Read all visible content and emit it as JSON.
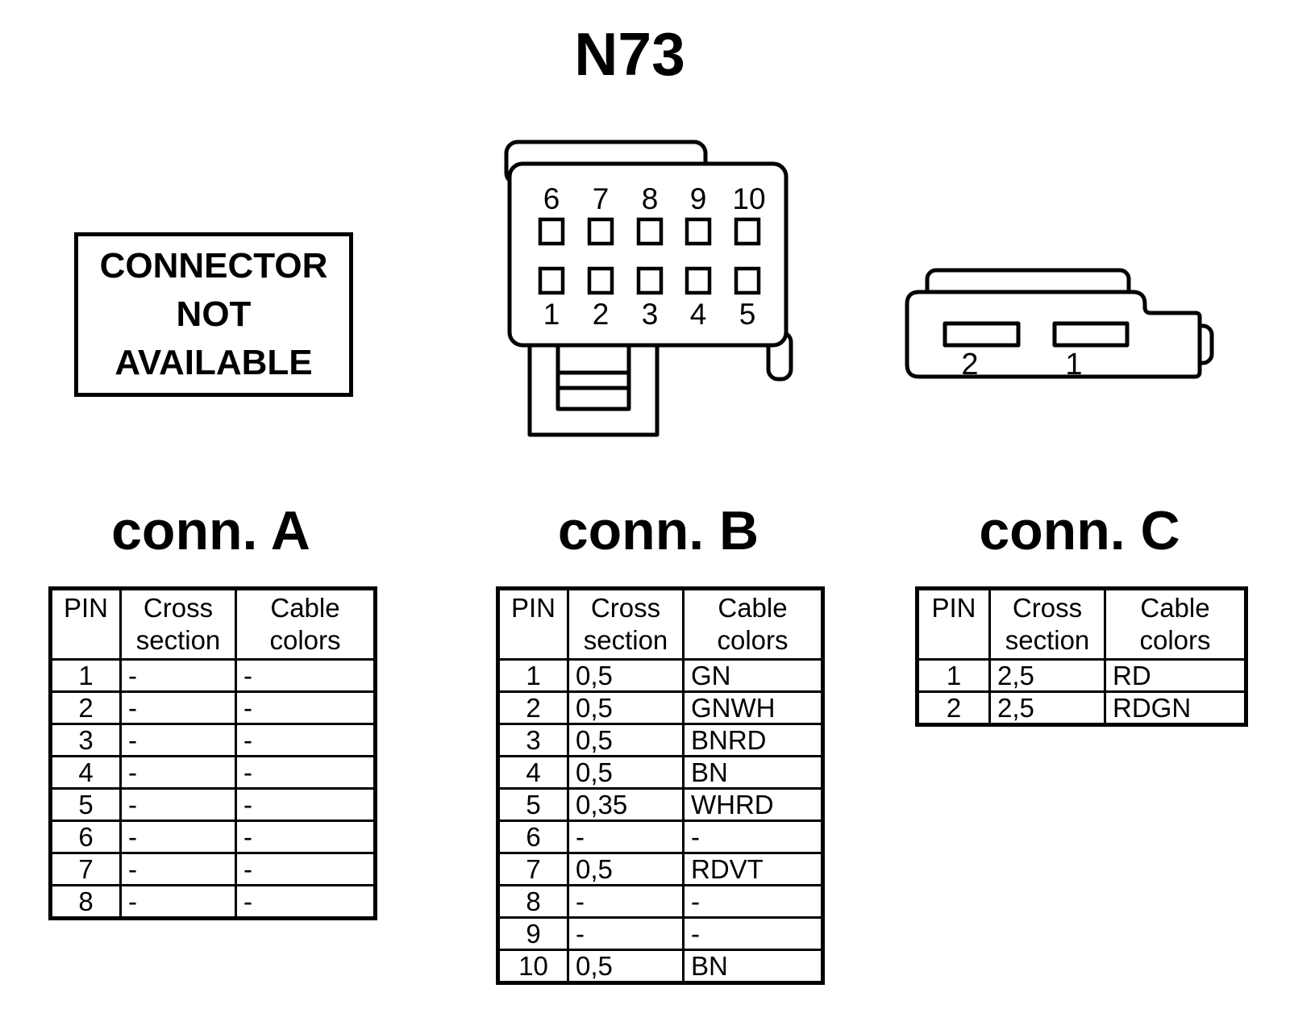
{
  "colors": {
    "ink": "#000000",
    "paper": "#ffffff"
  },
  "title": "N73",
  "unavailable_box": {
    "lines": [
      "CONNECTOR",
      "NOT",
      "AVAILABLE"
    ]
  },
  "connector_b_drawing": {
    "top_pins": [
      "6",
      "7",
      "8",
      "9",
      "10"
    ],
    "bottom_pins": [
      "1",
      "2",
      "3",
      "4",
      "5"
    ]
  },
  "connector_c_drawing": {
    "pins": [
      "2",
      "1"
    ]
  },
  "table_headers": {
    "pin": "PIN",
    "cross": "Cross section",
    "cable": "Cable colors"
  },
  "sections": {
    "a": {
      "heading": "conn. A",
      "rows": [
        {
          "pin": "1",
          "cross": "-",
          "cable": "-"
        },
        {
          "pin": "2",
          "cross": "-",
          "cable": "-"
        },
        {
          "pin": "3",
          "cross": "-",
          "cable": "-"
        },
        {
          "pin": "4",
          "cross": "-",
          "cable": "-"
        },
        {
          "pin": "5",
          "cross": "-",
          "cable": "-"
        },
        {
          "pin": "6",
          "cross": "-",
          "cable": "-"
        },
        {
          "pin": "7",
          "cross": "-",
          "cable": "-"
        },
        {
          "pin": "8",
          "cross": "-",
          "cable": "-"
        }
      ]
    },
    "b": {
      "heading": "conn. B",
      "rows": [
        {
          "pin": "1",
          "cross": "0,5",
          "cable": "GN"
        },
        {
          "pin": "2",
          "cross": "0,5",
          "cable": "GNWH"
        },
        {
          "pin": "3",
          "cross": "0,5",
          "cable": "BNRD"
        },
        {
          "pin": "4",
          "cross": "0,5",
          "cable": "BN"
        },
        {
          "pin": "5",
          "cross": "0,35",
          "cable": "WHRD"
        },
        {
          "pin": "6",
          "cross": "-",
          "cable": "-"
        },
        {
          "pin": "7",
          "cross": "0,5",
          "cable": "RDVT"
        },
        {
          "pin": "8",
          "cross": "-",
          "cable": "-"
        },
        {
          "pin": "9",
          "cross": "-",
          "cable": "-"
        },
        {
          "pin": "10",
          "cross": "0,5",
          "cable": "BN"
        }
      ]
    },
    "c": {
      "heading": "conn. C",
      "rows": [
        {
          "pin": "1",
          "cross": "2,5",
          "cable": "RD"
        },
        {
          "pin": "2",
          "cross": "2,5",
          "cable": "RDGN"
        }
      ]
    }
  }
}
